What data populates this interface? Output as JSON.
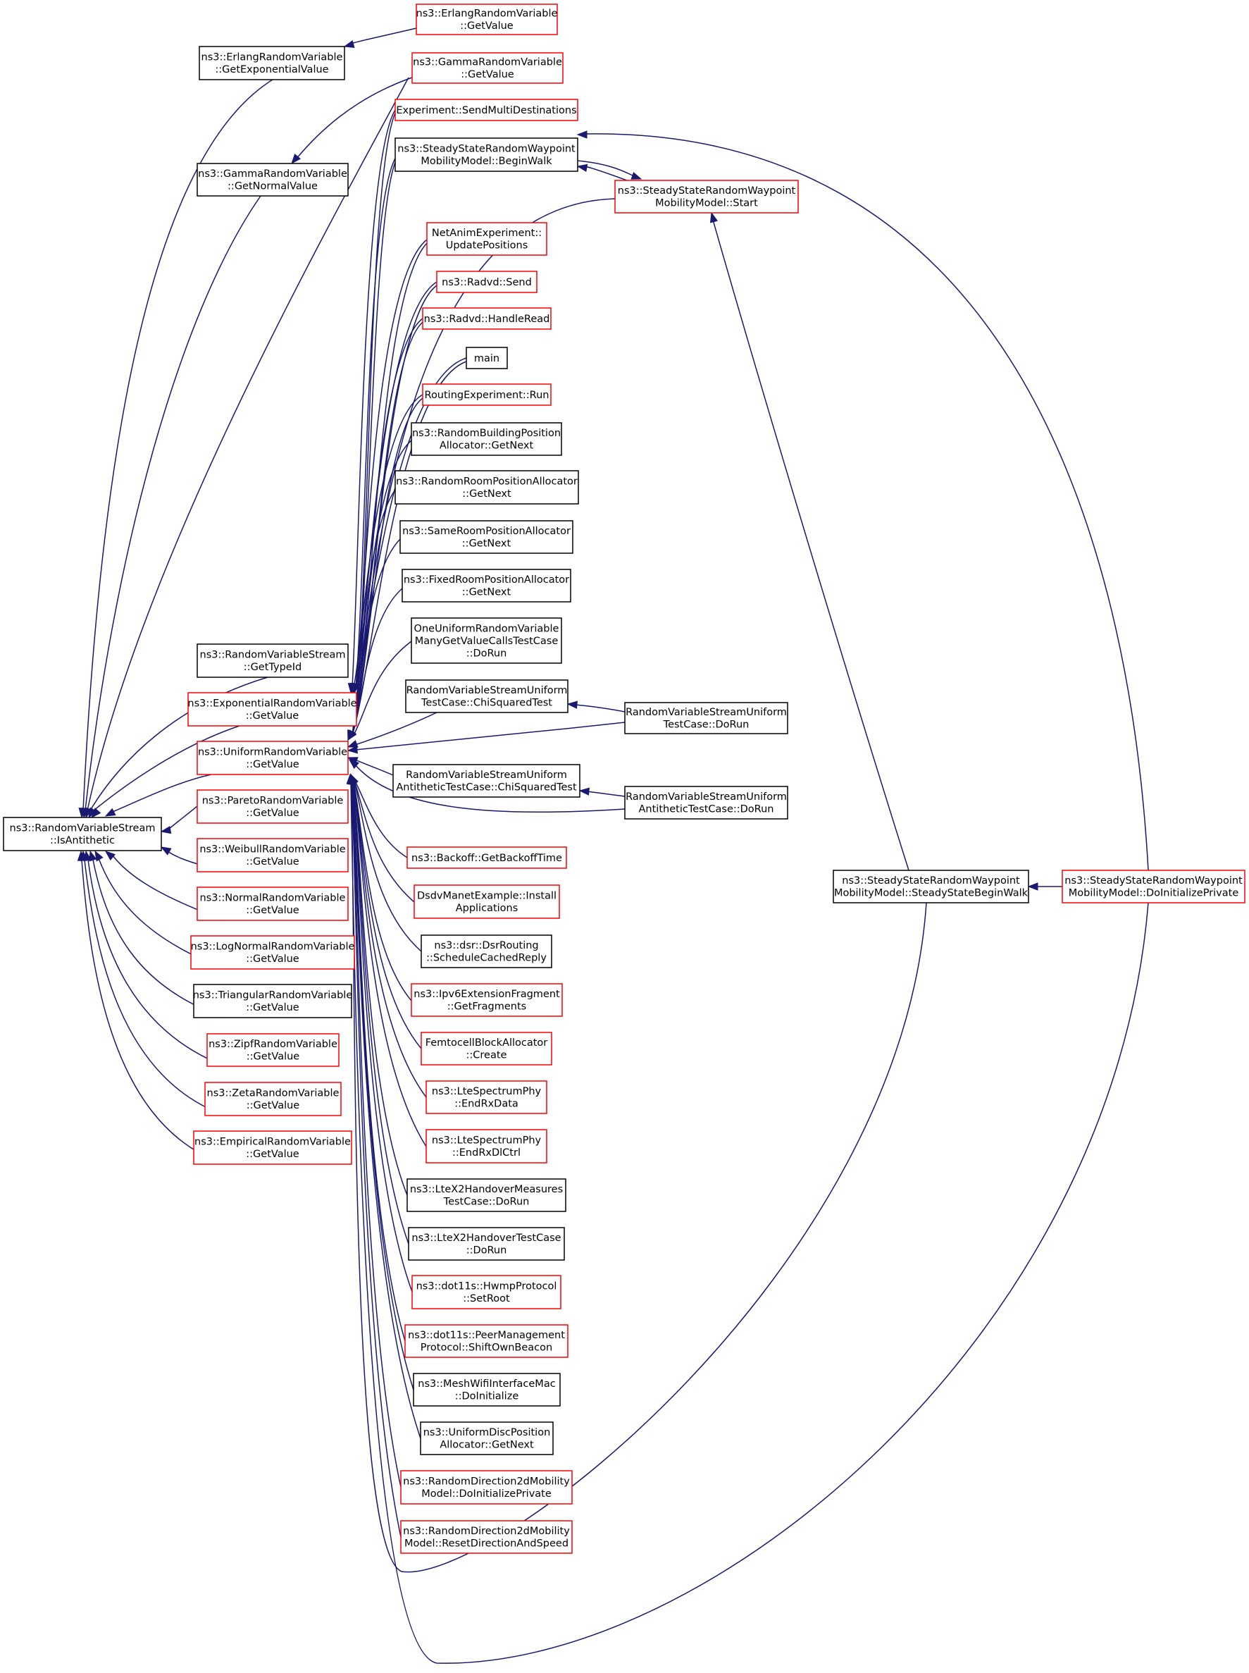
{
  "colors": {
    "edge": "#191970",
    "border_red": "#ff0000",
    "border_black": "#000000",
    "root_fill": "#bfbfbf",
    "background": "#ffffff"
  },
  "nodes": [
    {
      "id": "root",
      "lines": [
        "ns3::RandomVariableStream",
        "::IsAntithetic"
      ],
      "border": "black",
      "highlight": true
    },
    {
      "id": "erl_exp",
      "lines": [
        "ns3::ErlangRandomVariable",
        "::GetExponentialValue"
      ],
      "border": "black"
    },
    {
      "id": "erl_get",
      "lines": [
        "ns3::ErlangRandomVariable",
        "::GetValue"
      ],
      "border": "red"
    },
    {
      "id": "gam_get",
      "lines": [
        "ns3::GammaRandomVariable",
        "::GetValue"
      ],
      "border": "red"
    },
    {
      "id": "gam_norm",
      "lines": [
        "ns3::GammaRandomVariable",
        "::GetNormalValue"
      ],
      "border": "black"
    },
    {
      "id": "rvs_type",
      "lines": [
        "ns3::RandomVariableStream",
        "::GetTypeId"
      ],
      "border": "black"
    },
    {
      "id": "exp_get",
      "lines": [
        "ns3::ExponentialRandomVariable",
        "::GetValue"
      ],
      "border": "red"
    },
    {
      "id": "uni_get",
      "lines": [
        "ns3::UniformRandomVariable",
        "::GetValue"
      ],
      "border": "red"
    },
    {
      "id": "par_get",
      "lines": [
        "ns3::ParetoRandomVariable",
        "::GetValue"
      ],
      "border": "red"
    },
    {
      "id": "wei_get",
      "lines": [
        "ns3::WeibullRandomVariable",
        "::GetValue"
      ],
      "border": "red"
    },
    {
      "id": "nor_get",
      "lines": [
        "ns3::NormalRandomVariable",
        "::GetValue"
      ],
      "border": "red"
    },
    {
      "id": "lno_get",
      "lines": [
        "ns3::LogNormalRandomVariable",
        "::GetValue"
      ],
      "border": "red"
    },
    {
      "id": "tri_get",
      "lines": [
        "ns3::TriangularRandomVariable",
        "::GetValue"
      ],
      "border": "black"
    },
    {
      "id": "zip_get",
      "lines": [
        "ns3::ZipfRandomVariable",
        "::GetValue"
      ],
      "border": "red"
    },
    {
      "id": "zet_get",
      "lines": [
        "ns3::ZetaRandomVariable",
        "::GetValue"
      ],
      "border": "red"
    },
    {
      "id": "emp_get",
      "lines": [
        "ns3::EmpiricalRandomVariable",
        "::GetValue"
      ],
      "border": "red"
    },
    {
      "id": "exp_multi",
      "lines": [
        "Experiment::SendMultiDestinations"
      ],
      "border": "red"
    },
    {
      "id": "ssrw_begin",
      "lines": [
        "ns3::SteadyStateRandomWaypoint",
        "MobilityModel::BeginWalk"
      ],
      "border": "black"
    },
    {
      "id": "ssrw_start",
      "lines": [
        "ns3::SteadyStateRandomWaypoint",
        "MobilityModel::Start"
      ],
      "border": "red"
    },
    {
      "id": "netanim",
      "lines": [
        "NetAnimExperiment::",
        "UpdatePositions"
      ],
      "border": "red"
    },
    {
      "id": "radvd_send",
      "lines": [
        "ns3::Radvd::Send"
      ],
      "border": "red"
    },
    {
      "id": "radvd_read",
      "lines": [
        "ns3::Radvd::HandleRead"
      ],
      "border": "red"
    },
    {
      "id": "main",
      "lines": [
        "main"
      ],
      "border": "black"
    },
    {
      "id": "routing_run",
      "lines": [
        "RoutingExperiment::Run"
      ],
      "border": "red"
    },
    {
      "id": "rbpa",
      "lines": [
        "ns3::RandomBuildingPosition",
        "Allocator::GetNext"
      ],
      "border": "black"
    },
    {
      "id": "rrpa",
      "lines": [
        "ns3::RandomRoomPositionAllocator",
        "::GetNext"
      ],
      "border": "black"
    },
    {
      "id": "srpa",
      "lines": [
        "ns3::SameRoomPositionAllocator",
        "::GetNext"
      ],
      "border": "black"
    },
    {
      "id": "frpa",
      "lines": [
        "ns3::FixedRoomPositionAllocator",
        "::GetNext"
      ],
      "border": "black"
    },
    {
      "id": "ourv",
      "lines": [
        "OneUniformRandomVariable",
        "ManyGetValueCallsTestCase",
        "::DoRun"
      ],
      "border": "black"
    },
    {
      "id": "rvsu_chi",
      "lines": [
        "RandomVariableStreamUniform",
        "TestCase::ChiSquaredTest"
      ],
      "border": "black"
    },
    {
      "id": "rvsu_run",
      "lines": [
        "RandomVariableStreamUniform",
        "TestCase::DoRun"
      ],
      "border": "black"
    },
    {
      "id": "rvsua_chi",
      "lines": [
        "RandomVariableStreamUniform",
        "AntitheticTestCase::ChiSquaredTest"
      ],
      "border": "black"
    },
    {
      "id": "rvsua_run",
      "lines": [
        "RandomVariableStreamUniform",
        "AntitheticTestCase::DoRun"
      ],
      "border": "black"
    },
    {
      "id": "backoff",
      "lines": [
        "ns3::Backoff::GetBackoffTime"
      ],
      "border": "red"
    },
    {
      "id": "dsdv",
      "lines": [
        "DsdvManetExample::Install",
        "Applications"
      ],
      "border": "red"
    },
    {
      "id": "dsr",
      "lines": [
        "ns3::dsr::DsrRouting",
        "::ScheduleCachedReply"
      ],
      "border": "black"
    },
    {
      "id": "ipv6frag",
      "lines": [
        "ns3::Ipv6ExtensionFragment",
        "::GetFragments"
      ],
      "border": "red"
    },
    {
      "id": "femto",
      "lines": [
        "FemtocellBlockAllocator",
        "::Create"
      ],
      "border": "red"
    },
    {
      "id": "lte_data",
      "lines": [
        "ns3::LteSpectrumPhy",
        "::EndRxData"
      ],
      "border": "red"
    },
    {
      "id": "lte_dl",
      "lines": [
        "ns3::LteSpectrumPhy",
        "::EndRxDlCtrl"
      ],
      "border": "red"
    },
    {
      "id": "ltex2_meas",
      "lines": [
        "ns3::LteX2HandoverMeasures",
        "TestCase::DoRun"
      ],
      "border": "black"
    },
    {
      "id": "ltex2_tc",
      "lines": [
        "ns3::LteX2HandoverTestCase",
        "::DoRun"
      ],
      "border": "black"
    },
    {
      "id": "hwmp",
      "lines": [
        "ns3::dot11s::HwmpProtocol",
        "::SetRoot"
      ],
      "border": "red"
    },
    {
      "id": "peer",
      "lines": [
        "ns3::dot11s::PeerManagement",
        "Protocol::ShiftOwnBeacon"
      ],
      "border": "red"
    },
    {
      "id": "meshwifi",
      "lines": [
        "ns3::MeshWifiInterfaceMac",
        "::DoInitialize"
      ],
      "border": "black"
    },
    {
      "id": "udisc",
      "lines": [
        "ns3::UniformDiscPosition",
        "Allocator::GetNext"
      ],
      "border": "black"
    },
    {
      "id": "rd2_init",
      "lines": [
        "ns3::RandomDirection2dMobility",
        "Model::DoInitializePrivate"
      ],
      "border": "red"
    },
    {
      "id": "rd2_reset",
      "lines": [
        "ns3::RandomDirection2dMobility",
        "Model::ResetDirectionAndSpeed"
      ],
      "border": "red"
    },
    {
      "id": "ssrw_ssbw",
      "lines": [
        "ns3::SteadyStateRandomWaypoint",
        "MobilityModel::SteadyStateBeginWalk"
      ],
      "border": "black"
    },
    {
      "id": "ssrw_init",
      "lines": [
        "ns3::SteadyStateRandomWaypoint",
        "MobilityModel::DoInitializePrivate"
      ],
      "border": "red"
    }
  ],
  "edges": [
    [
      "erl_exp",
      "root"
    ],
    [
      "gam_norm",
      "root"
    ],
    [
      "rvs_type",
      "root"
    ],
    [
      "exp_get",
      "root"
    ],
    [
      "uni_get",
      "root"
    ],
    [
      "par_get",
      "root"
    ],
    [
      "wei_get",
      "root"
    ],
    [
      "nor_get",
      "root"
    ],
    [
      "lno_get",
      "root"
    ],
    [
      "tri_get",
      "root"
    ],
    [
      "zip_get",
      "root"
    ],
    [
      "zet_get",
      "root"
    ],
    [
      "emp_get",
      "root"
    ],
    [
      "gam_get",
      "root"
    ],
    [
      "erl_get",
      "erl_exp"
    ],
    [
      "gam_get",
      "gam_norm"
    ],
    [
      "ssrw_start",
      "ssrw_begin"
    ],
    [
      "ssrw_begin",
      "ssrw_start"
    ],
    [
      "ssrw_init",
      "ssrw_begin"
    ],
    [
      "ssrw_ssbw",
      "ssrw_start"
    ],
    [
      "ssrw_init",
      "ssrw_ssbw"
    ],
    [
      "rvsu_run",
      "rvsu_chi"
    ],
    [
      "rvsua_run",
      "rvsua_chi"
    ],
    [
      "exp_multi",
      "exp_get"
    ],
    [
      "ssrw_begin",
      "exp_get"
    ],
    [
      "netanim",
      "exp_get"
    ],
    [
      "radvd_send",
      "exp_get"
    ],
    [
      "radvd_read",
      "exp_get"
    ],
    [
      "main",
      "exp_get"
    ],
    [
      "routing_run",
      "exp_get"
    ],
    [
      "exp_multi",
      "uni_get"
    ],
    [
      "ssrw_begin",
      "uni_get"
    ],
    [
      "ssrw_start",
      "uni_get"
    ],
    [
      "netanim",
      "uni_get"
    ],
    [
      "radvd_send",
      "uni_get"
    ],
    [
      "radvd_read",
      "uni_get"
    ],
    [
      "main",
      "uni_get"
    ],
    [
      "routing_run",
      "uni_get"
    ],
    [
      "rbpa",
      "uni_get"
    ],
    [
      "rrpa",
      "uni_get"
    ],
    [
      "srpa",
      "uni_get"
    ],
    [
      "frpa",
      "uni_get"
    ],
    [
      "ourv",
      "uni_get"
    ],
    [
      "rvsu_chi",
      "uni_get"
    ],
    [
      "rvsu_run",
      "uni_get"
    ],
    [
      "rvsua_chi",
      "uni_get"
    ],
    [
      "rvsua_run",
      "uni_get"
    ],
    [
      "backoff",
      "uni_get"
    ],
    [
      "dsdv",
      "uni_get"
    ],
    [
      "dsr",
      "uni_get"
    ],
    [
      "ipv6frag",
      "uni_get"
    ],
    [
      "femto",
      "uni_get"
    ],
    [
      "lte_data",
      "uni_get"
    ],
    [
      "lte_dl",
      "uni_get"
    ],
    [
      "ltex2_meas",
      "uni_get"
    ],
    [
      "ltex2_tc",
      "uni_get"
    ],
    [
      "hwmp",
      "uni_get"
    ],
    [
      "peer",
      "uni_get"
    ],
    [
      "meshwifi",
      "uni_get"
    ],
    [
      "udisc",
      "uni_get"
    ],
    [
      "rd2_init",
      "uni_get"
    ],
    [
      "rd2_reset",
      "uni_get"
    ],
    [
      "ssrw_ssbw",
      "uni_get"
    ],
    [
      "ssrw_init",
      "uni_get"
    ]
  ]
}
